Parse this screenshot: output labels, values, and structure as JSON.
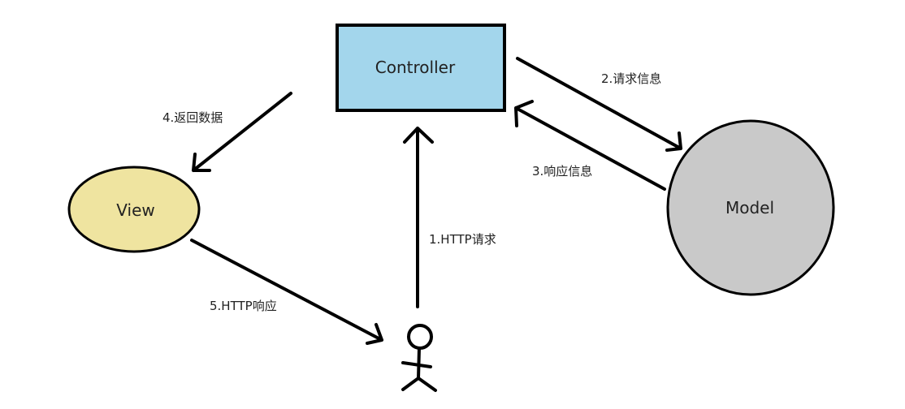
{
  "nodes": {
    "controller": {
      "label": "Controller",
      "color": "#a3d6ec"
    },
    "view": {
      "label": "View",
      "color": "#efe4a0"
    },
    "model": {
      "label": "Model",
      "color": "#c9c9c9"
    }
  },
  "edges": {
    "http_request": {
      "label": "1.HTTP请求"
    },
    "request_info": {
      "label": "2.请求信息"
    },
    "response_info": {
      "label": "3.响应信息"
    },
    "return_data": {
      "label": "4.返回数据"
    },
    "http_response": {
      "label": "5.HTTP响应"
    }
  }
}
